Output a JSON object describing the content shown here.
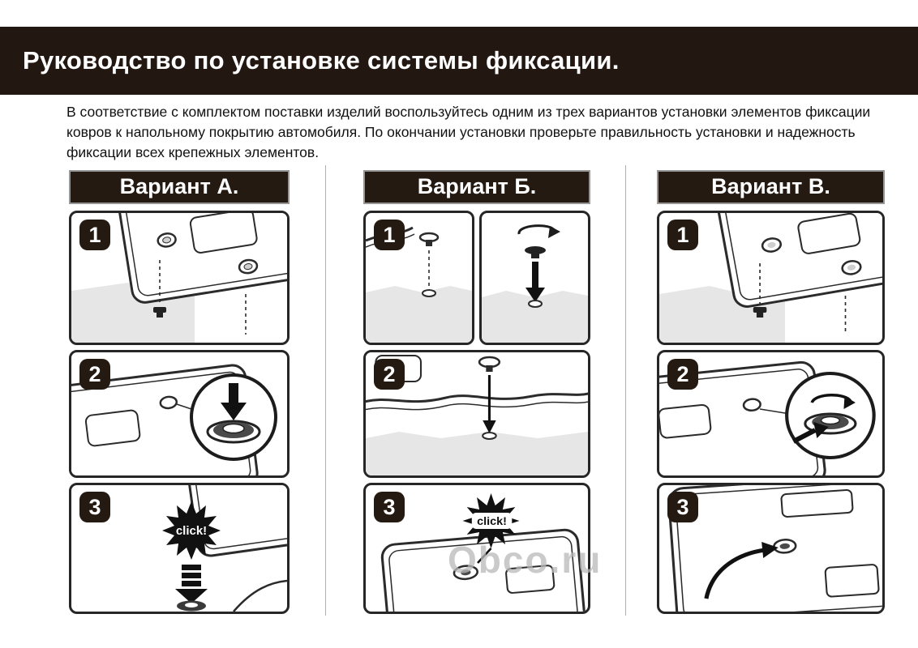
{
  "header": {
    "title": "Руководство по установке системы фиксации."
  },
  "intro": {
    "text": "В соответствие с комплектом поставки изделий воспользуйтесь одним из трех вариантов установки элементов фиксации ковров к напольному покрытию автомобиля. По окончании установки проверьте правильность установки и надежность фиксации всех крепежных элементов."
  },
  "variants": [
    {
      "label": "Вариант А.",
      "steps": [
        "1",
        "2",
        "3"
      ],
      "click_label": "click!"
    },
    {
      "label": "Вариант Б.",
      "steps": [
        "1",
        "2",
        "3"
      ],
      "click_label": "click!"
    },
    {
      "label": "Вариант В.",
      "steps": [
        "1",
        "2",
        "3"
      ]
    }
  ],
  "watermark": {
    "text": "Obco.ru"
  }
}
